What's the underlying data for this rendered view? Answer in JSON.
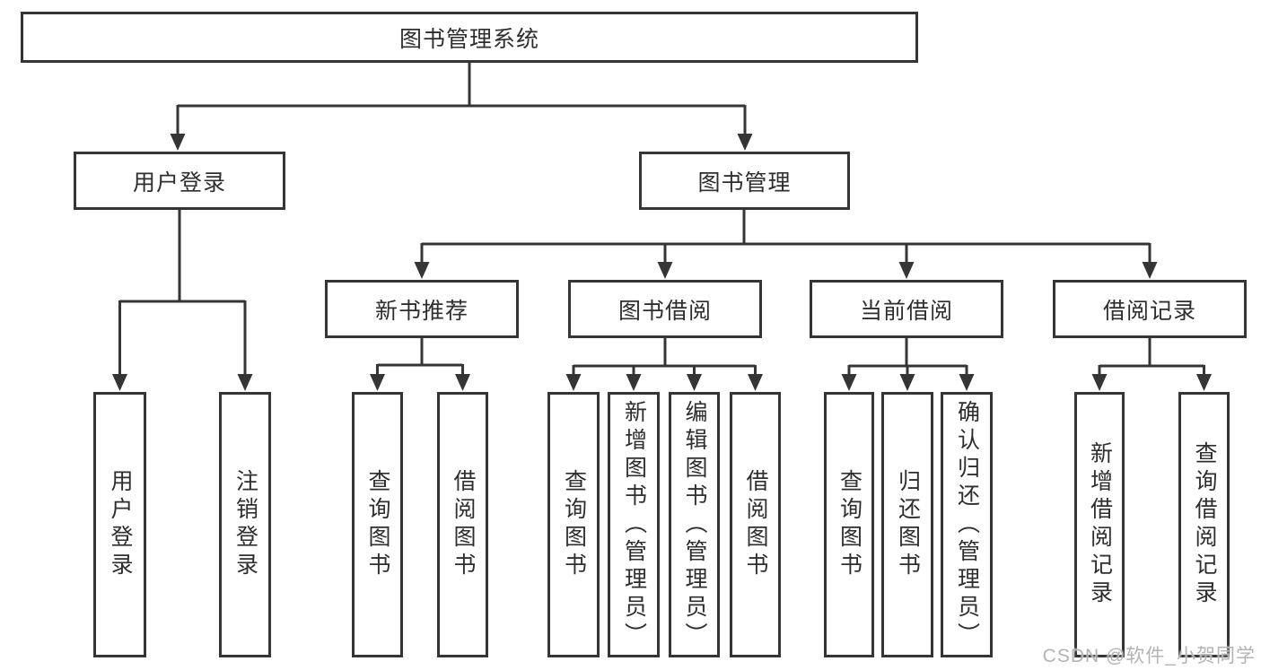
{
  "diagram": {
    "root": {
      "label": "图书管理系统"
    },
    "level2": [
      {
        "label": "用户登录"
      },
      {
        "label": "图书管理"
      }
    ],
    "level3": [
      {
        "label": "新书推荐"
      },
      {
        "label": "图书借阅"
      },
      {
        "label": "当前借阅"
      },
      {
        "label": "借阅记录"
      }
    ],
    "leaves": {
      "user_login": [
        "用户登录",
        "注销登录"
      ],
      "new_book_recommend": [
        "查询图书",
        "借阅图书"
      ],
      "book_borrow": [
        "查询图书",
        "新增图书（管理员）",
        "编辑图书（管理员）",
        "借阅图书"
      ],
      "current_borrow": [
        "查询图书",
        "归还图书",
        "确认归还（管理员）"
      ],
      "borrow_records": [
        "新增借阅记录",
        "查询借阅记录"
      ]
    }
  },
  "watermark": {
    "text": "CSDN @软件_小贺同学"
  },
  "colors": {
    "line": "#353535",
    "text": "#2e2e2e",
    "watermark": "#b3b3b3",
    "background": "#ffffff"
  }
}
